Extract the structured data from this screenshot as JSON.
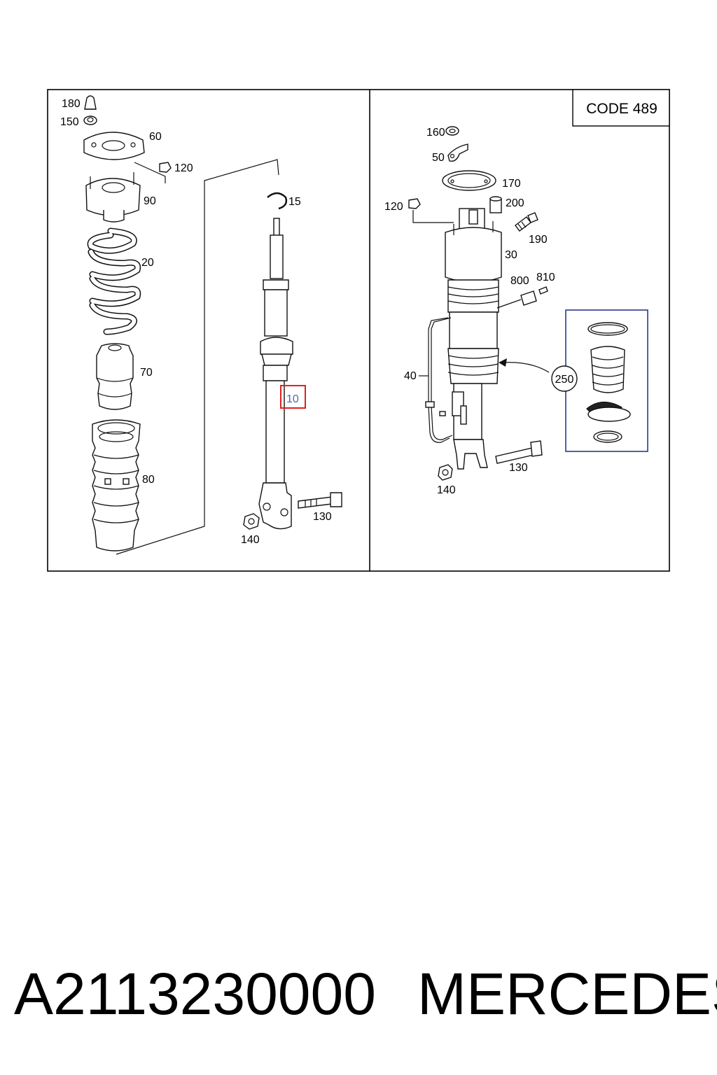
{
  "diagram": {
    "code_box": "CODE 489",
    "left_labels": {
      "l180": "180",
      "l150": "150",
      "l60": "60",
      "l120": "120",
      "l90": "90",
      "l20": "20",
      "l70": "70",
      "l80": "80",
      "l15": "15",
      "l10": "10",
      "l130": "130",
      "l140": "140"
    },
    "right_labels": {
      "r160": "160",
      "r50": "50",
      "r170": "170",
      "r120": "120",
      "r200": "200",
      "r190": "190",
      "r30": "30",
      "r800": "800",
      "r810": "810",
      "r40": "40",
      "r250": "250",
      "r130": "130",
      "r140": "140"
    },
    "highlight_color": "#e02020"
  },
  "footer": {
    "part_number": "A2113230000",
    "brand": "MERCEDES"
  }
}
